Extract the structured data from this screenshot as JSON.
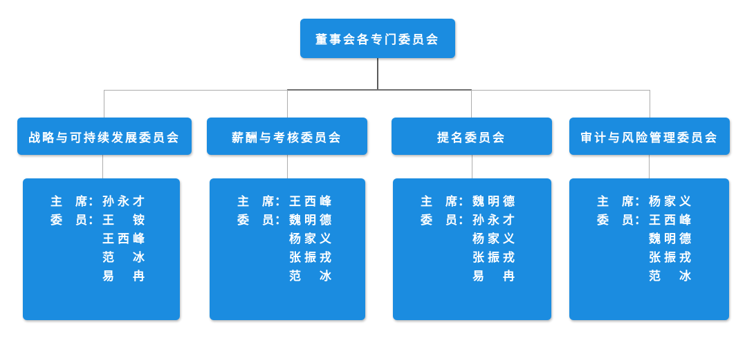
{
  "diagram_type": "org-chart",
  "colors": {
    "node_fill": "#1B8CE0",
    "node_text": "#FFFFFF",
    "connector_light": "#ACACAC",
    "connector_dark": "#595959",
    "background": "#FFFFFF"
  },
  "root": {
    "title": "董事会各专门委员会"
  },
  "committees": [
    {
      "name": "战略与可持续发展委员会",
      "lines": [
        {
          "label": "主　席：",
          "name": "孙永才"
        },
        {
          "label": "委　员：",
          "name": "王　铵"
        },
        {
          "label": "",
          "name": "王西峰"
        },
        {
          "label": "",
          "name": "范　冰"
        },
        {
          "label": "",
          "name": "易　冉"
        }
      ]
    },
    {
      "name": "薪酬与考核委员会",
      "lines": [
        {
          "label": "主　席：",
          "name": "王西峰"
        },
        {
          "label": "委　员：",
          "name": "魏明德"
        },
        {
          "label": "",
          "name": "杨家义"
        },
        {
          "label": "",
          "name": "张振戎"
        },
        {
          "label": "",
          "name": "范　冰"
        }
      ]
    },
    {
      "name": "提名委员会",
      "lines": [
        {
          "label": "主　席：",
          "name": "魏明德"
        },
        {
          "label": "委　员：",
          "name": "孙永才"
        },
        {
          "label": "",
          "name": "杨家义"
        },
        {
          "label": "",
          "name": "张振戎"
        },
        {
          "label": "",
          "name": "易　冉"
        }
      ]
    },
    {
      "name": "审计与风险管理委员会",
      "lines": [
        {
          "label": "主　席：",
          "name": "杨家义"
        },
        {
          "label": "委　员：",
          "name": "王西峰"
        },
        {
          "label": "",
          "name": "魏明德"
        },
        {
          "label": "",
          "name": "张振戎"
        },
        {
          "label": "",
          "name": "范　冰"
        }
      ]
    }
  ]
}
